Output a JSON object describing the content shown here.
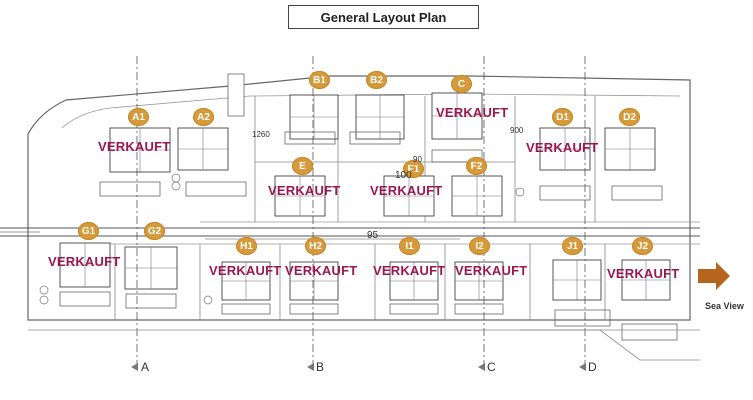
{
  "title": "General Layout Plan",
  "sold_label": "VERKAUFT",
  "sea_view": "Sea View",
  "dimensions": {
    "d95": "95",
    "d100": "100",
    "d90": "90",
    "d1260": "1260",
    "d900": "900"
  },
  "axes": {
    "a": "A",
    "b": "B",
    "c": "C",
    "d": "D"
  },
  "units": {
    "a1": "A1",
    "a2": "A2",
    "b1": "B1",
    "b2": "B2",
    "c": "C",
    "d1": "D1",
    "d2": "D2",
    "e": "E",
    "f1": "F1",
    "f2": "F2",
    "g1": "G1",
    "g2": "G2",
    "h1": "H1",
    "h2": "H2",
    "i1": "I1",
    "i2": "I2",
    "j1": "J1",
    "j2": "J2"
  },
  "colors": {
    "badge": "#d69a3a",
    "sold_text": "#9b1750",
    "arrow": "#b5651d",
    "lines": "#555555"
  }
}
